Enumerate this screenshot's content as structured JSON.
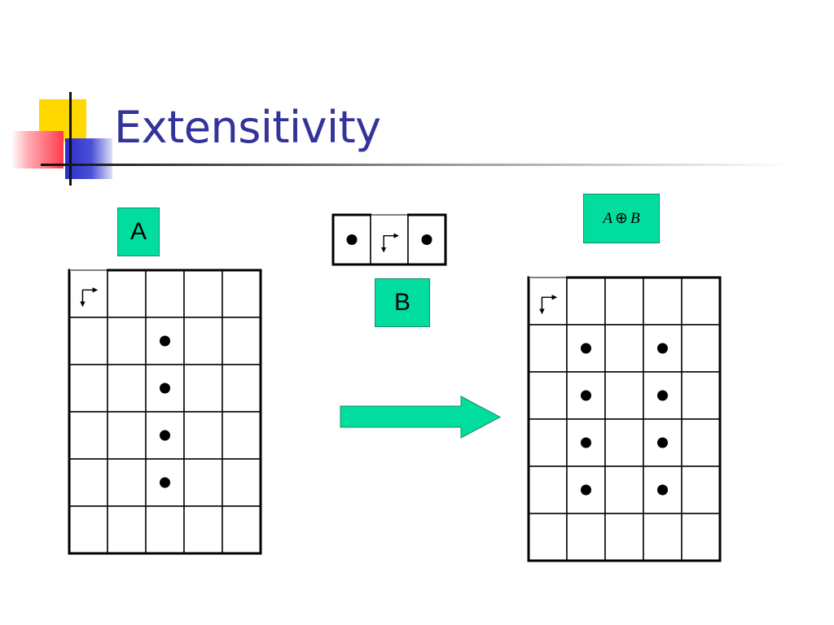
{
  "slide": {
    "title": "Extensitivity"
  },
  "labels": {
    "a": "A",
    "b": "B",
    "result_left": "A",
    "result_op": "⊕",
    "result_right": "B"
  },
  "colors": {
    "title": "#33339a",
    "label_fill": "#00dd9e",
    "arrow_fill": "#00dd9e",
    "grid_line": "#000000",
    "point": "#000000"
  },
  "icons": {
    "origin_marker": "origin-corner-arrow-icon",
    "transition_arrow": "right-arrow-icon"
  },
  "grids": {
    "a": {
      "rows": 6,
      "cols": 5,
      "origin": [
        0,
        0
      ],
      "points": [
        [
          1,
          2
        ],
        [
          2,
          2
        ],
        [
          3,
          2
        ],
        [
          4,
          2
        ]
      ]
    },
    "b": {
      "rows": 1,
      "cols": 3,
      "origin": [
        0,
        1
      ],
      "points": [
        [
          0,
          0
        ],
        [
          0,
          2
        ]
      ]
    },
    "result": {
      "rows": 6,
      "cols": 5,
      "origin": [
        0,
        0
      ],
      "points": [
        [
          1,
          1
        ],
        [
          1,
          3
        ],
        [
          2,
          1
        ],
        [
          2,
          3
        ],
        [
          3,
          1
        ],
        [
          3,
          3
        ],
        [
          4,
          1
        ],
        [
          4,
          3
        ]
      ]
    }
  }
}
